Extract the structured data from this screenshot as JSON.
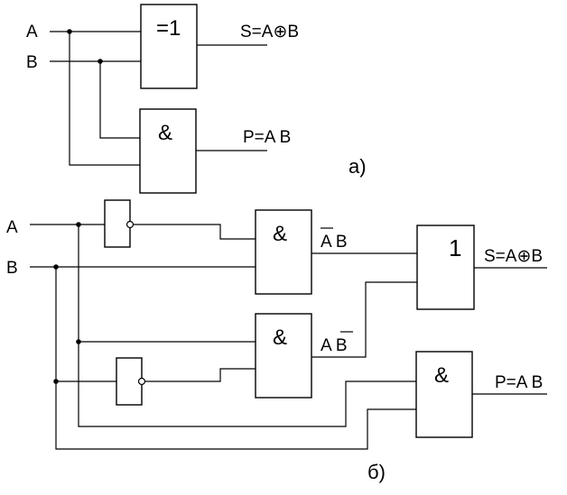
{
  "part_a": {
    "caption": "а)",
    "input_a": "A",
    "input_b": "B",
    "xor_gate_symbol": "=1",
    "and_gate_symbol": "&",
    "sum_label": "S=A⊕B",
    "carry_label": "P=A B"
  },
  "part_b": {
    "caption": "б)",
    "input_a": "A",
    "input_b": "B",
    "and_gate_1_symbol": "&",
    "and_gate_2_symbol": "&",
    "and_gate_3_symbol": "&",
    "or_gate_symbol": "1",
    "and1_output_label": "A B",
    "and2_output_label": "A B",
    "sum_label": "S=A⊕B",
    "carry_label": "P=A B"
  }
}
